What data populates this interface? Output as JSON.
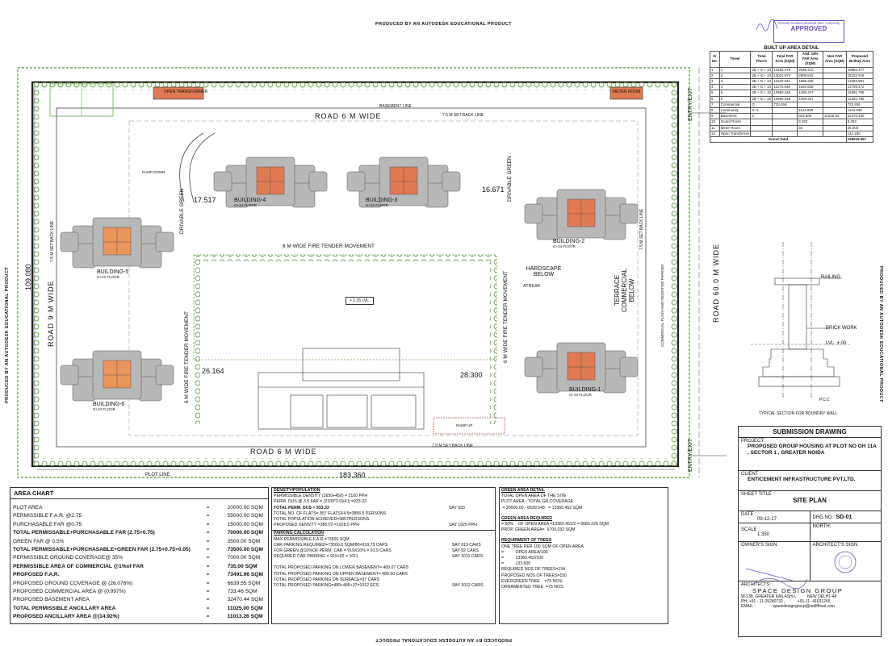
{
  "banner": {
    "top": "PRODUCED BY AN AUTODESK EDUCATIONAL PRODUCT",
    "bottom": "PRODUCED BY AN AUTODESK EDUCATIONAL PRODUCT",
    "left": "PRODUCED BY AN AUTODESK EDUCATIONAL PRODUCT",
    "right": "PRODUCED BY AN AUTODESK EDUCATIONAL PRODUCT"
  },
  "stamp": {
    "authority": "Greater Noida Industrial Dev. Authority",
    "status": "APPROVED",
    "signature": "handwritten initials"
  },
  "site": {
    "open_transformer": "OPEN TRANSFORMER",
    "meter_room": "METER ROOM",
    "road_top": "ROAD 6 M WIDE",
    "road_bottom": "ROAD 6 M WIDE",
    "road_left": "ROAD 9 M WIDE",
    "road_right": "ROAD 60.0 M WIDE",
    "dim_height": "109.080",
    "dim_width": "183.360",
    "dim_1": "17.517",
    "dim_2": "16.671",
    "dim_3": "26.164",
    "dim_4": "28.300",
    "fire_tender_h": "6 M WIDE FIRE TENDER MOVEMENT",
    "fire_tender_v1": "6 M WIDE FIRE TENDER MOVEMENT",
    "fire_tender_v2": "6 M WIDE FIRE TENDER MOVEMENT",
    "drivable_green_1": "DRIVABLE GREEN",
    "drivable_green_2": "DRIVABLE GREEN",
    "hardscape": "HARDSCAPE BELOW",
    "atrium": "ATRIUM",
    "terrace": "TERRACE COMMERCIAL BELOW",
    "lvl_center": "+ 1.15 LVL.",
    "entry_top": "ENTRY/EXIT",
    "entry_bottom": "ENTRY/EXIT",
    "plot_line": "PLOT LINE",
    "basement_line": "BASEMENT LINE",
    "setback_top": "7.5 M SET BACK LINE",
    "setback_bottom": "7.5 M SET BACK LINE",
    "setback_left": "7.5 M SET BACK LINE",
    "setback_right": "7.5 M SET BACK LINE",
    "commercial_plaza": "COMMERCIAL PLAZA AND INCENTIVE PARKING",
    "ramp_down": "RAMP DOWN",
    "ramp_up": "RAMP UP",
    "buildings": [
      {
        "name": "BUILDING-1",
        "floors": "G+24 FLOOR"
      },
      {
        "name": "BUILDING-2",
        "floors": "G+24 FLOOR"
      },
      {
        "name": "BUILDING-3",
        "floors": "G+24 FLOOR"
      },
      {
        "name": "BUILDING-4",
        "floors": "G+24 FLOOR"
      },
      {
        "name": "BUILDING-5",
        "floors": "G+22 FLOOR"
      },
      {
        "name": "BUILDING-6",
        "floors": "G+22 FLOOR"
      }
    ]
  },
  "builtup": {
    "title": "BUILT UP AREA DETAIL",
    "headers": [
      "Sr No.",
      "Tower",
      "Total Floors",
      "Total FAR Area (SQM)",
      "Add. 15% FAR Area (SQM)",
      "Non FAR Area (SQM)",
      "Proposed Builtup Area"
    ],
    "rows": [
      [
        "1",
        "1",
        "2B + G + 24",
        "14202.478",
        "2535.410",
        "",
        "15862.477"
      ],
      [
        "2",
        "2",
        "2B + G + 24",
        "13021.674",
        "2508.842",
        "",
        "15122.516"
      ],
      [
        "3",
        "3",
        "2B + G + 24",
        "11620.844",
        "1889.268",
        "",
        "13493.951"
      ],
      [
        "4",
        "4",
        "2B + G + 24",
        "11270.839",
        "1620.638",
        "",
        "12799.472"
      ],
      [
        "5",
        "5",
        "2B + G + 22",
        "10992.448",
        "1399.347",
        "",
        "12391.795"
      ],
      [
        "6",
        "6",
        "2B + G + 22",
        "10992.448",
        "1399.347",
        "",
        "12391.795"
      ],
      [
        "7",
        "Commercial",
        "G",
        "733.456",
        "",
        "",
        "733.456"
      ],
      [
        "8",
        "Community",
        "G+1",
        "",
        "1142.838",
        "",
        "1142.838"
      ],
      [
        "9",
        "Basement",
        "2",
        "",
        "923.606",
        "31546.83",
        "32470.440"
      ],
      [
        "10",
        "Guard Room",
        "",
        "",
        "8.463",
        "",
        "8.463"
      ],
      [
        "11",
        "Meter Room",
        "",
        "",
        "45",
        "",
        "45.000"
      ],
      [
        "12",
        "Open Transformer",
        "",
        "",
        "",
        "",
        "144.150"
      ]
    ],
    "total_label": "Grand Total",
    "total_value": "136015.357"
  },
  "boundary": {
    "railing": "RAILING",
    "brick": "BRICK WORK",
    "lvl": "LVL. ± 00",
    "pcc": "P.C.C",
    "caption": "TYPICAL SECTION FOR BOUNDRY WALL"
  },
  "area_chart": {
    "title": "AREA CHART",
    "rows": [
      {
        "label": "PLOT AREA",
        "value": "20000.00 SQM",
        "bold": false
      },
      {
        "label": "PERMISSIBLE F.A.R. @2.75",
        "value": "55000.00 SQM",
        "bold": false
      },
      {
        "label": "PURCHASABLE FAR @0.75",
        "value": "15000.00 SQM",
        "bold": false
      },
      {
        "label": "TOTAL PERMISSABLE+PURCHASABLE  FAR (2.75+0.75)",
        "value": "70000.00 SQM",
        "bold": true
      },
      {
        "label": "GREEN FAR @ 0.5%",
        "value": "3500.00 SQM",
        "bold": false
      },
      {
        "label": "TOTAL PERMISSABLE+PURCHASABLE+GREEN  FAR (2.75+0.75+0.05)",
        "value": "73500.00 SQM",
        "bold": true
      },
      {
        "label": "PERMISSIBLE GROUND COVERAGE@ 35%",
        "value": "7000.00 SQM",
        "bold": false
      },
      {
        "label": "PERMISSIBLE AREA OF COMMERCIAL @1%of FAR",
        "value": "735.00 SQM",
        "bold": true
      },
      {
        "label": "PROPOSED F.A.R.",
        "value": "73491.96 SQM",
        "bold": true
      },
      {
        "label": "PROPOSED GROUND COVERAGE @ (26.076%)",
        "value": "6639.55 SQM",
        "bold": false
      },
      {
        "label": "PROPOSED COMMERCIAL AREA @ (0.997%)",
        "value": "733.46 SQM",
        "bold": false
      },
      {
        "label": "PROPOSED BASEMENT AREA",
        "value": "32470.44 SQM",
        "bold": false
      },
      {
        "label": "TOTAL PERMISSIBLE ANCILLARY AREA",
        "value": "11025.00 SQM",
        "bold": true
      },
      {
        "label": "PROPOSED ANCILLARY AREA @(14.92%)",
        "value": "11013.26 SQM",
        "bold": true
      }
    ]
  },
  "density": {
    "title": "DENSITY/POPULATION",
    "rows": [
      {
        "label": "PERMISSIBLE DENSITY (1650+450) = 2100 PPH",
        "extra": "",
        "bold": false
      },
      {
        "label": "PERM. DUS @ 3.5 FAR = (2100*2.0)/4.5 =933.33",
        "extra": "",
        "bold": false
      },
      {
        "label": "TOTAL PERM. DUS = 933.33",
        "extra": "SAY 933",
        "bold": true
      },
      {
        "label": "TOTAL NO. OF FLATS= 857 FLATSX4.5=3856.5 PERSONS",
        "extra": "",
        "bold": false
      },
      {
        "label": "TOTAL POPULATION ACHIEVED=3857PERSONS",
        "extra": "",
        "bold": false
      },
      {
        "label": "PROPOSED DENSITY =3857/2 =1928.5 PPH",
        "extra": "SAY 1929 PPH",
        "bold": false
      }
    ]
  },
  "parking": {
    "title": "PARKING CALCULATION",
    "rows": [
      {
        "label": "MAX.PERMISSIBLE F.A.R.=73500 SQM",
        "extra": ""
      },
      {
        "label": "CAR PARKING REQUIRED=73500.0 SQM/80=918.75 CARS",
        "extra": "SAY 919 CARS"
      },
      {
        "label": "FOR GREEN @10%OF PERM. CAR = 919X10% = 91.9 CARS",
        "extra": "SAY 92 CARS"
      },
      {
        "label": "REQUIRED CAR PARKING = 919+92 = 1011",
        "extra": "SAY 1011 CARS"
      },
      {
        "label": "",
        "extra": ""
      },
      {
        "label": "TOTAL PROPOSED PARKING ON LOWER BASEMENT= 489.07 CARS",
        "extra": ""
      },
      {
        "label": "TOTAL PROPOSED PARKING ON UPPER BASEMENT= 486.50 CARS",
        "extra": ""
      },
      {
        "label": "TOTAL PROPOSED PARKING ON SURFACE=37 CARS",
        "extra": ""
      },
      {
        "label": "TOTAL PROPOSED PARKING=489+486+37=1012 ECS",
        "extra": "SAY 1012 CARS"
      }
    ]
  },
  "green": {
    "title": "GREEN AREA DETAIL",
    "rows": [
      "TOTAL OPEN AREA OF THE SITE",
      "PLOT AREA - TOTAL GR.COVERAGE",
      " = 20000.00 - 6639.548   = 13360.452 SQM"
    ],
    "req_title": "GREEN AREA REQUIRED",
    "req_rows": [
      "= 50%    OF OPEN AREA =13360.452/2 = 6680.226 SQM",
      "PROP. GREEN AREA=  6700.032 SQM"
    ],
    "trees_title": "REQUIRMENT OF TREES",
    "trees_rows": [
      "ONE TREE PER 100 SQM OF OPEN AREA",
      "=          OPEN AREA/100",
      "=          13360.452/100",
      "=          133.600",
      "REQUIRED NOS OF TREES=134",
      "PROPOSED NOS OF TREES=150",
      "EVERGREEN TREE    =75 NOS.",
      "ORNAMENTED TREE  =75 NOS."
    ]
  },
  "title_block": {
    "heading": "SUBMISSION DRAWING",
    "project_label": "PROJECT:",
    "project_value": "PROPOSED GROUP HOUSING AT PLOT NO GH 11A , SECTOR 1 , GREATER NOIDA",
    "client_label": "CLIENT :",
    "client_value": "ENTICEMENT INFRASTRUCTURE PVT.LTD.",
    "sheet_label": "SHEET TITLE :",
    "sheet_value": "SITE PLAN",
    "date_label": "DATE :",
    "date_value": "09-12-17",
    "drg_label": "DRG.NO :",
    "drg_value": "SD-01",
    "scale_label": "SCALE :",
    "scale_value": "1:350",
    "north_label": "NORTH:",
    "owner_label": "OWNER'S SIGN",
    "architect_label": "ARCHITECT'S SIGN",
    "architects_label": "ARCHITECTS:",
    "firm": "SPACE  DESIGN  GROUP",
    "address": "W-138, GREATER KAILASH-I,          NEW DELHI -48",
    "phone": "PH: +91 - 11-29240732 ,           +91-11- 41631265",
    "email_label": "EMAIL :",
    "email": "spacedesigngroup@rediffmail.com"
  },
  "colors": {
    "orange": "#e07a52",
    "orange_light": "#e9955e",
    "building_gray": "#b8b8b8",
    "tree_green": "#6aa84f",
    "stamp_purple": "#6a4fbf"
  }
}
